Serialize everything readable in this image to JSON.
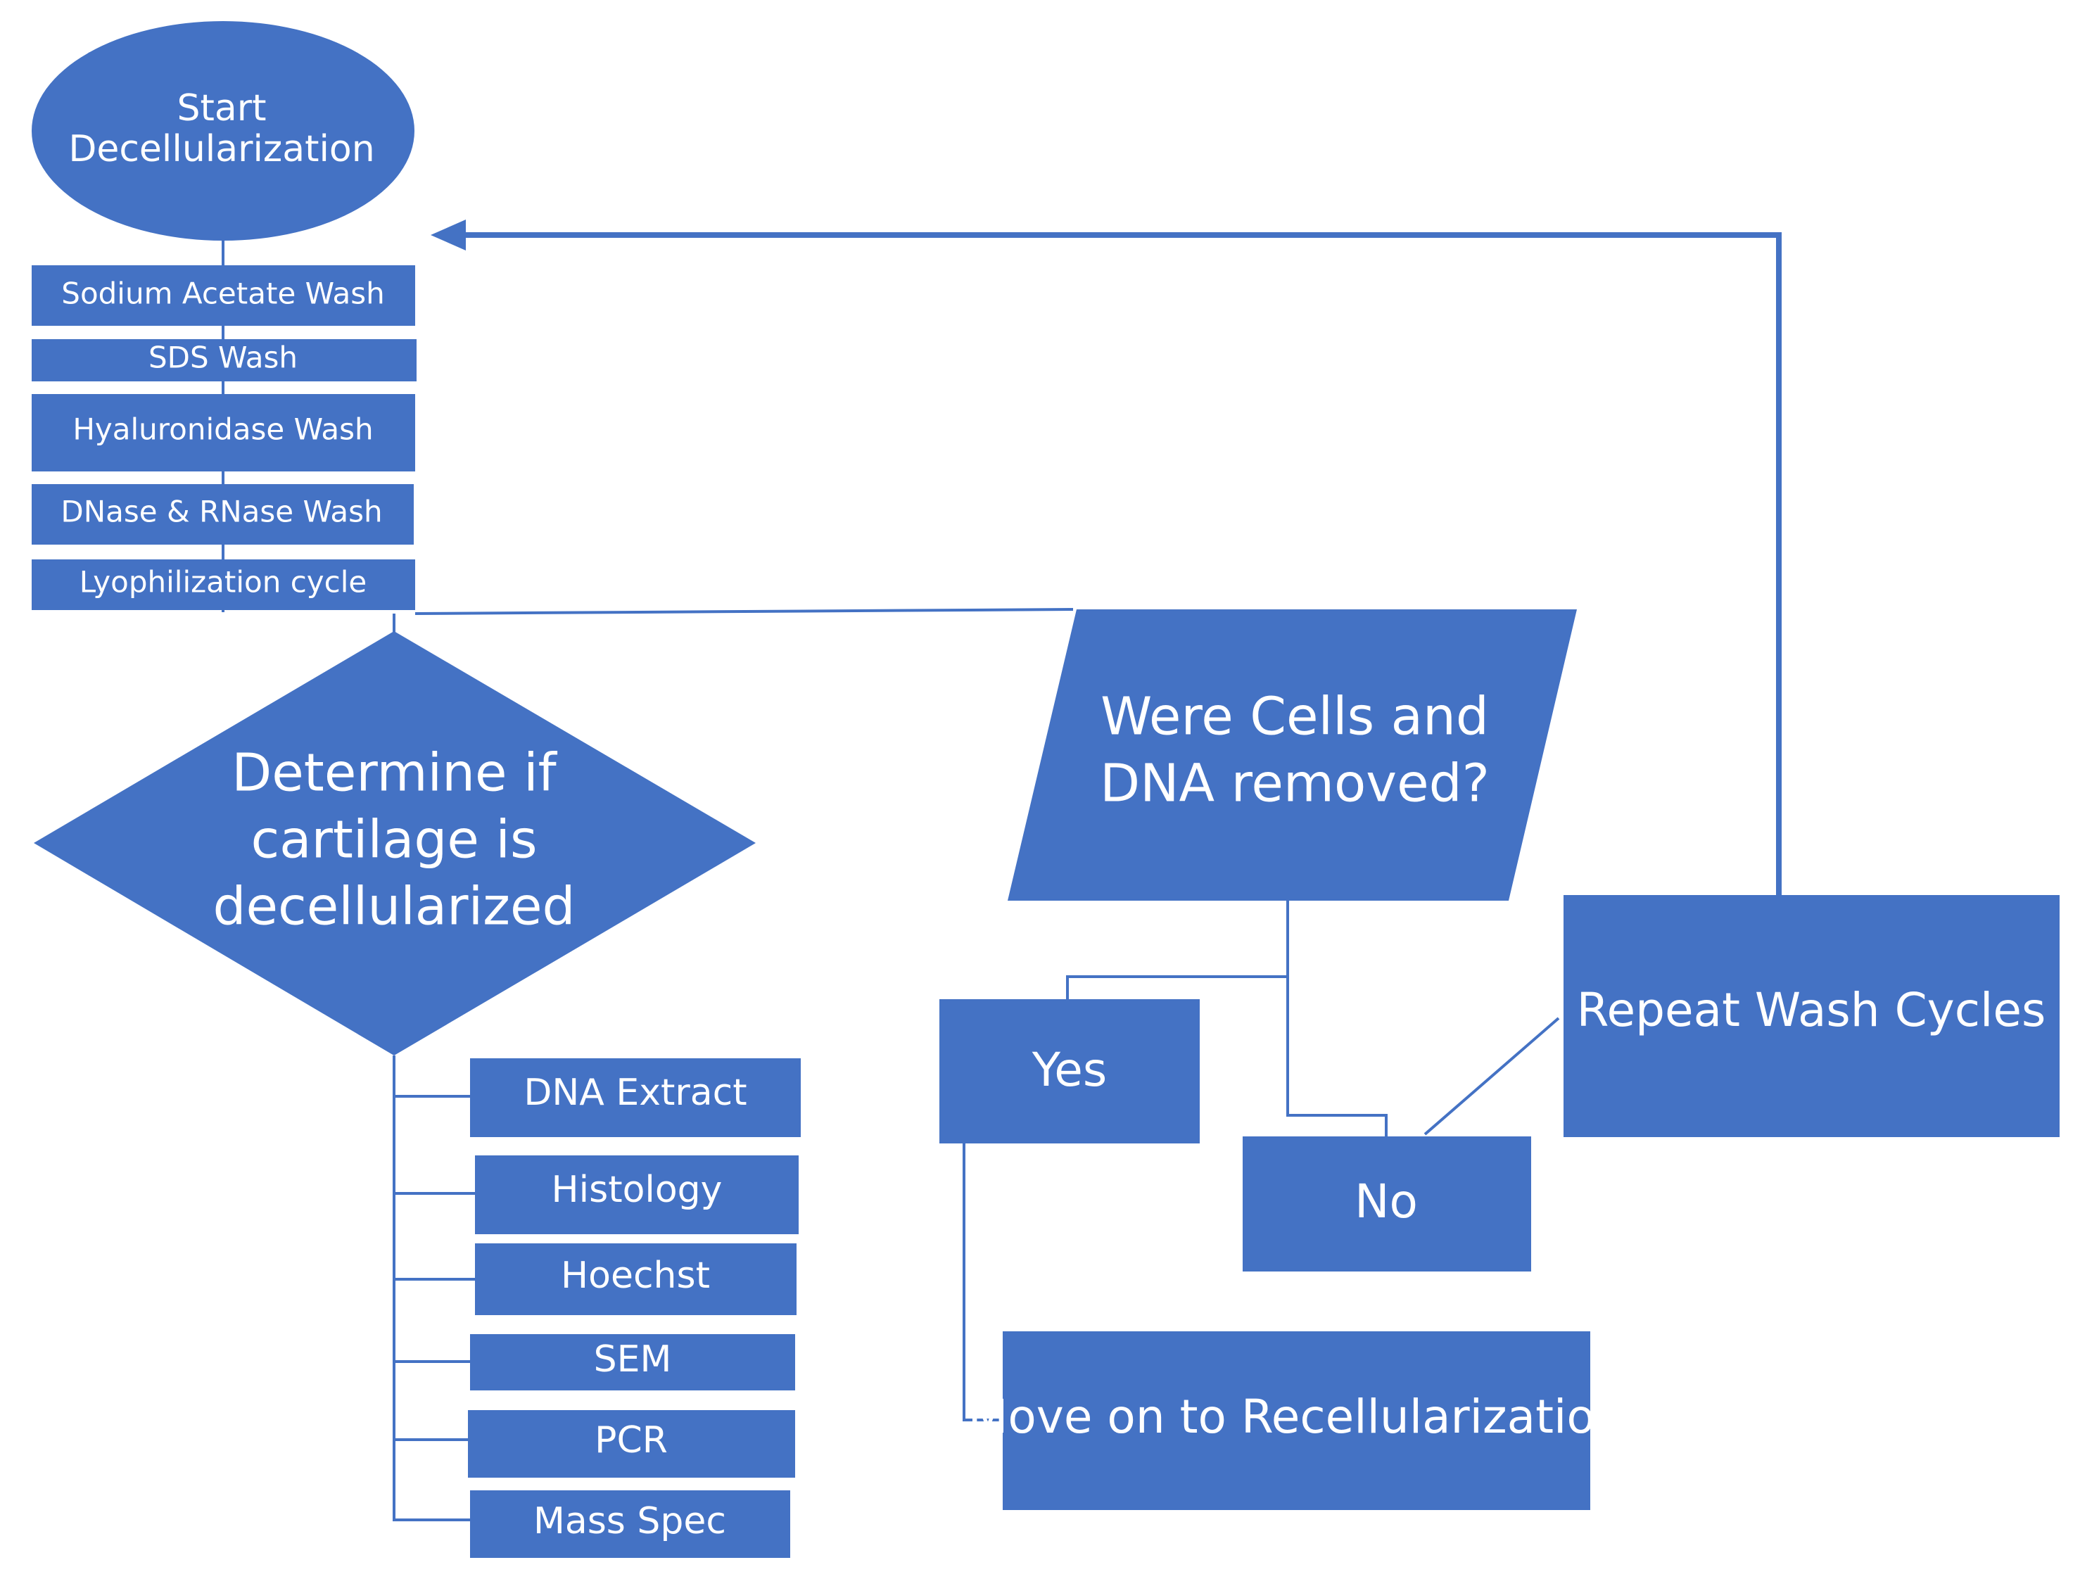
{
  "diagram": {
    "start": {
      "line1": "Start",
      "line2": "Decellularization"
    },
    "washes": [
      "Sodium Acetate Wash",
      "SDS Wash",
      "Hyaluronidase Wash",
      "DNase & RNase Wash",
      "Lyophilization cycle"
    ],
    "decision": {
      "line1": "Determine if",
      "line2": "cartilage is",
      "line3": "decellularized"
    },
    "tests": [
      "DNA Extract",
      "Histology",
      "Hoechst",
      "SEM",
      "PCR",
      "Mass Spec"
    ],
    "question": {
      "line1": "Were Cells and",
      "line2": "DNA removed?"
    },
    "yes_label": "Yes",
    "no_label": "No",
    "repeat_label": "Repeat Wash Cycles",
    "recell_label": "Move on to Recellularization",
    "colors": {
      "shape_fill": "#4472C4",
      "text": "#FFFFFF",
      "background": "#FFFFFF"
    }
  }
}
